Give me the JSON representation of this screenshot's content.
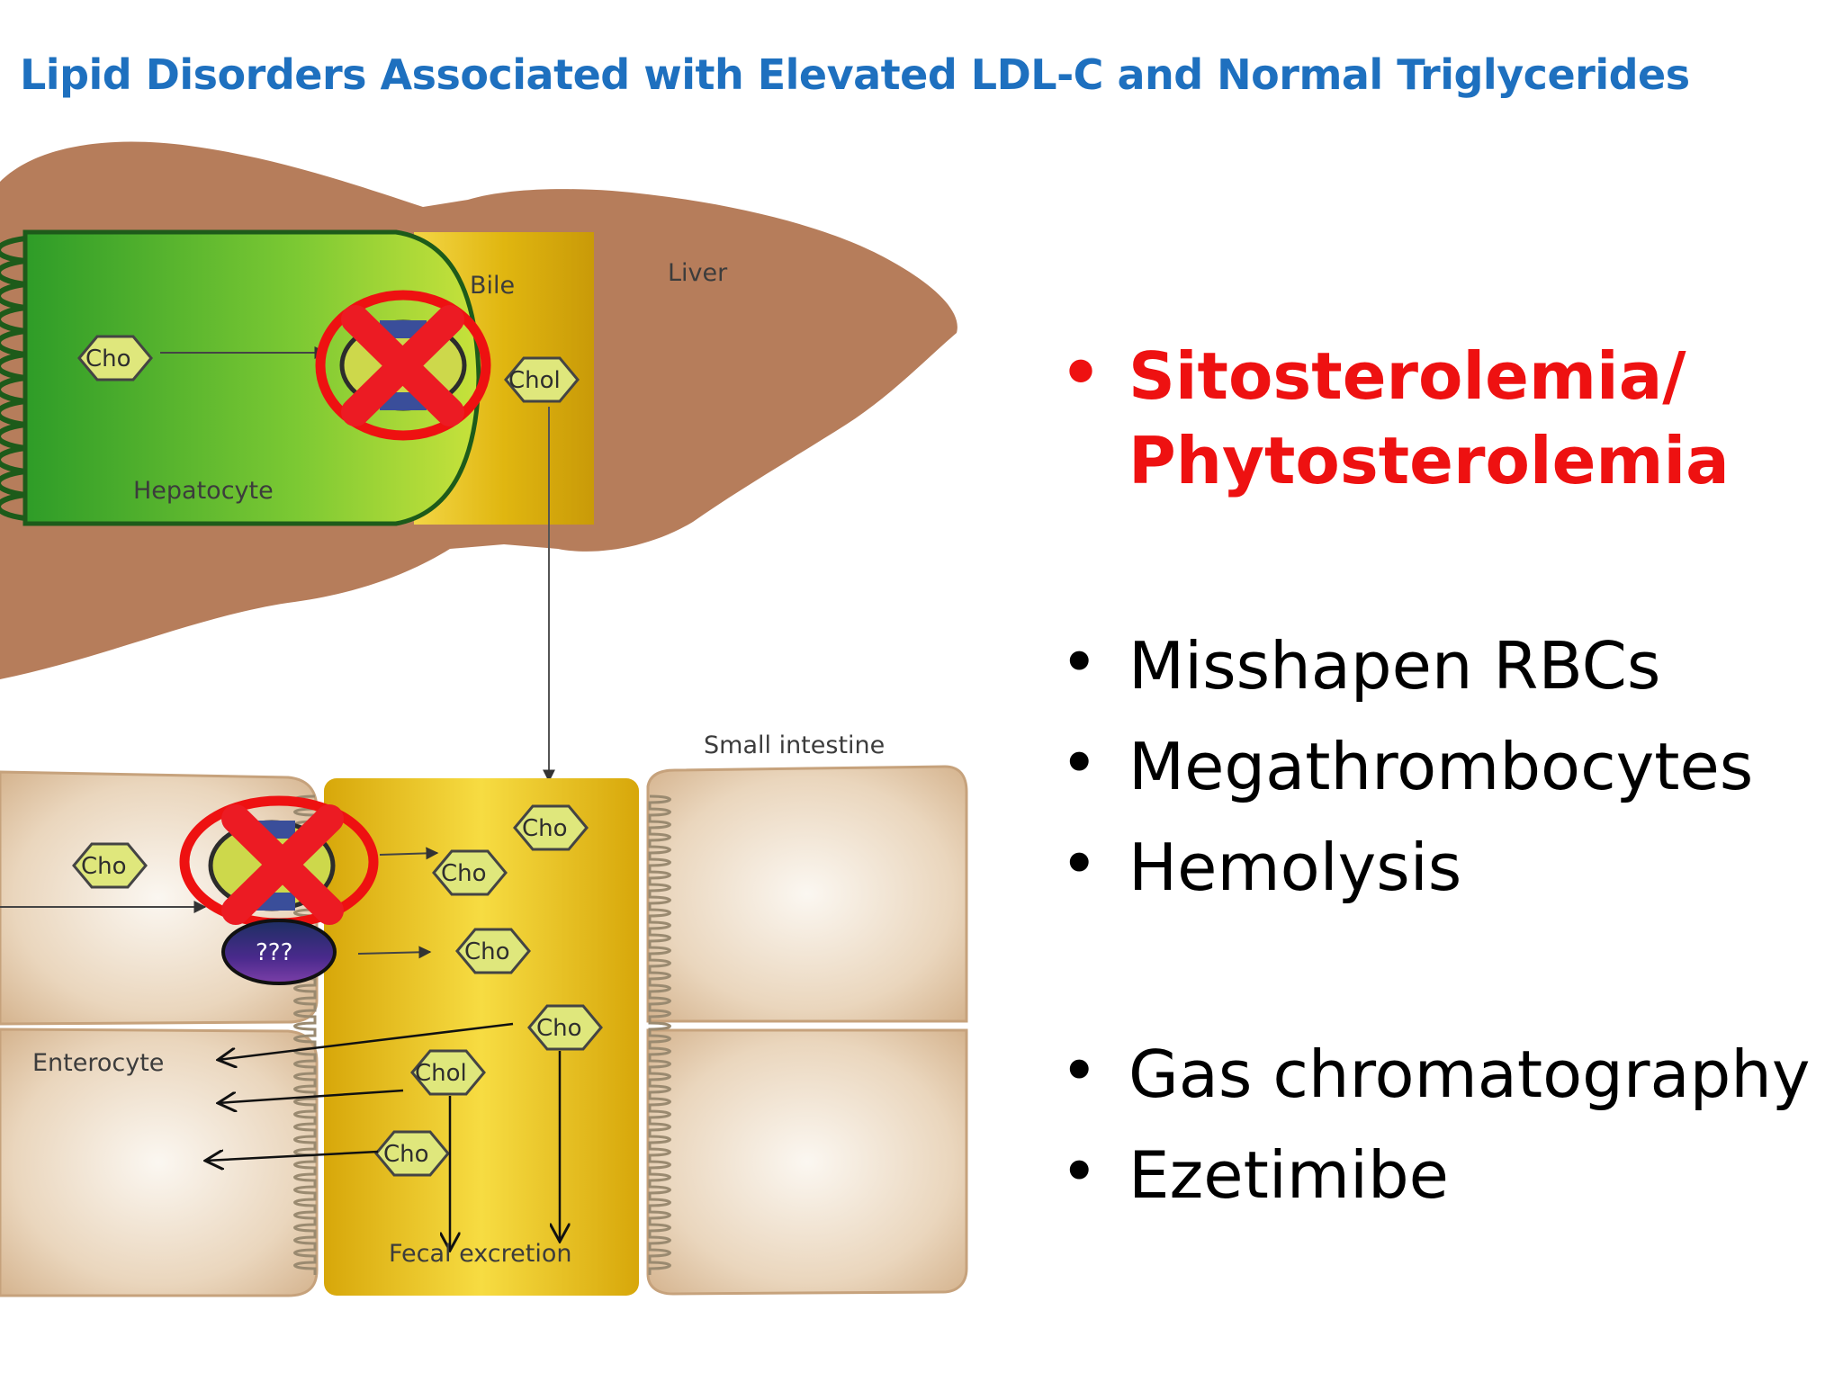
{
  "title": "Lipid Disorders Associated with Elevated LDL-C and Normal Triglycerides",
  "colors": {
    "title": "#1e70bf",
    "highlight": "#ee1111",
    "liver": "#b67d5b",
    "hepatocyte": "#3fae2c",
    "bile": "#e8c21a",
    "enterocyte": "#dcbf9c",
    "block_ring": "#ee1111"
  },
  "diagram": {
    "liver_label": "Liver",
    "bile_label": "Bile",
    "hepatocyte_label": "Hepatocyte",
    "small_intestine_label": "Small intestine",
    "enterocyte_label": "Enterocyte",
    "fecal_label": "Fecal excretion",
    "unknown_transporter": "???",
    "cho_short": "Cho",
    "cho_long": "Chol"
  },
  "bullets": {
    "highlight": "Sitosterolemia/\nPhytosterolemia",
    "group1": [
      "Misshapen RBCs",
      "Megathrombocytes",
      "Hemolysis"
    ],
    "group2": [
      "Gas chromatography",
      "Ezetimibe"
    ]
  }
}
